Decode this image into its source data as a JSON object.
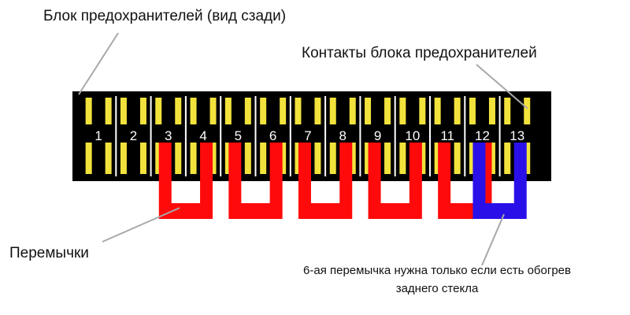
{
  "labels": {
    "title": "Блок предохранителей (вид сзади)",
    "contacts": "Контакты блока предохранителей",
    "jumpers": "Перемычки",
    "note_line1": "6-ая перемычка нужна только если есть обогрев",
    "note_line2": "заднего стекла"
  },
  "fuse_numbers": [
    "1",
    "2",
    "3",
    "4",
    "5",
    "6",
    "7",
    "8",
    "9",
    "10",
    "11",
    "12",
    "13"
  ],
  "jumpers": [
    {
      "from": "3",
      "to": "4",
      "color": "red"
    },
    {
      "from": "5",
      "to": "6",
      "color": "red"
    },
    {
      "from": "7",
      "to": "8",
      "color": "red"
    },
    {
      "from": "9",
      "to": "10",
      "color": "red"
    },
    {
      "from": "11",
      "to": "12",
      "color": "red"
    },
    {
      "from": "12",
      "to": "13",
      "color": "blue",
      "optional": true
    }
  ],
  "colors": {
    "block": "#000000",
    "contact": "#f2e23c",
    "divider": "#ffffff",
    "jumper_red": "#ff0a0a",
    "jumper_blue": "#2a10e8",
    "leader": "#a8a8a8"
  }
}
